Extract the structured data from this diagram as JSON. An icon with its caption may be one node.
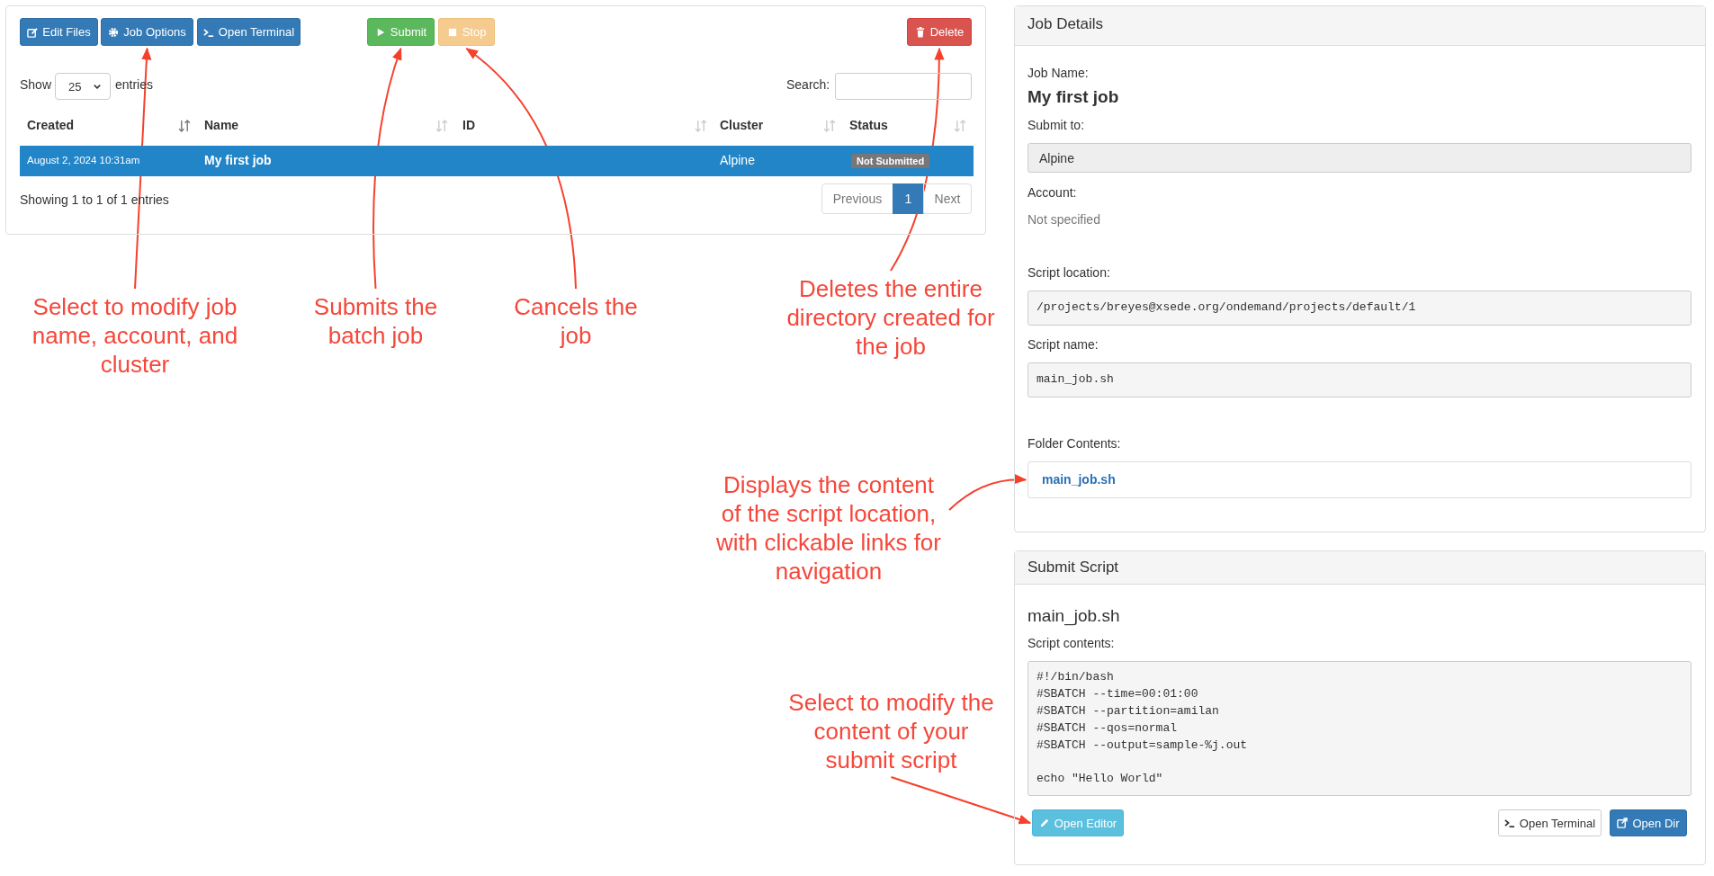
{
  "diagram": {
    "nodes": [
      {
        "text": [
          "Edit Files"
        ]
      },
      {
        "text": [
          "Job Options"
        ]
      },
      {
        "text": [
          "Open Terminal"
        ]
      },
      {
        "text": [
          "Submit"
        ]
      },
      {
        "text": [
          "Stop"
        ]
      },
      {
        "text": [
          "Delete"
        ]
      },
      {
        "text": [
          "Previous"
        ]
      },
      {
        "text": [
          "1"
        ]
      },
      {
        "text": [
          "Next"
        ]
      },
      {
        "text": [
          "main_job.sh"
        ]
      },
      {
        "text": [
          "Open Editor"
        ]
      },
      {
        "text": [
          "Open Terminal"
        ]
      },
      {
        "text": [
          "Open Dir"
        ]
      },
      {
        "text": [
          "Select to modify job name, account, and cluster"
        ]
      },
      {
        "text": [
          "Submits the batch job"
        ]
      },
      {
        "text": [
          "Cancels the job"
        ]
      },
      {
        "text": [
          "Deletes the entire directory created for the job"
        ]
      },
      {
        "text": [
          "Displays the content of the script location, with clickable links for navigation"
        ]
      },
      {
        "text": [
          "Select to modify the content of your submit script"
        ]
      }
    ],
    "edges": [
      {
        "from": 13,
        "to": 1,
        "arrow": "to"
      },
      {
        "from": 14,
        "to": 3,
        "arrow": "to"
      },
      {
        "from": 15,
        "to": 4,
        "arrow": "to"
      },
      {
        "from": 16,
        "to": 5,
        "arrow": "to"
      },
      {
        "from": 17,
        "to": 9,
        "arrow": "to"
      },
      {
        "from": 18,
        "to": 10,
        "arrow": "to"
      }
    ],
    "labels": [
      "Show",
      "25",
      "entries",
      "Search:",
      "Created",
      "Name",
      "ID",
      "Cluster",
      "Status",
      "August 2, 2024 10:31am",
      "My first job",
      "Alpine",
      "Not Submitted",
      "Showing 1 to 1 of 1 entries",
      "Job Details",
      "Job Name:",
      "My first job",
      "Submit to:",
      "Alpine",
      "Account:",
      "Not specified",
      "Script location:",
      "/projects/breyes@xsede.org/ondemand/projects/default/1",
      "Script name:",
      "main_job.sh",
      "Folder Contents:",
      "Submit Script",
      "main_job.sh",
      "Script contents:",
      "#!/bin/bash",
      "#SBATCH --time=00:01:00",
      "#SBATCH --partition=amilan",
      "#SBATCH --qos=normal",
      "#SBATCH --output=sample-%j.out",
      "echo \"Hello World\""
    ]
  }
}
